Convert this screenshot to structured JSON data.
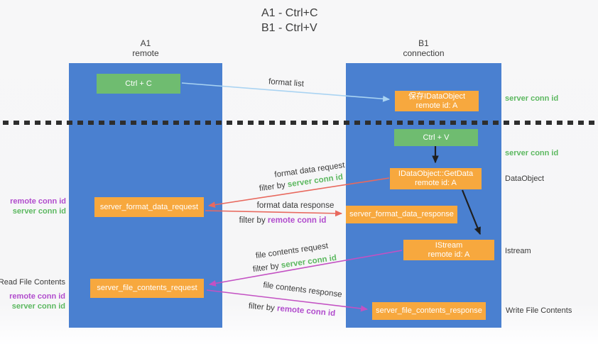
{
  "title": {
    "line1": "A1 - Ctrl+C",
    "line2": "B1 - Ctrl+V"
  },
  "colors": {
    "column_blue": "#4a80d0",
    "green_box": "#6fbc70",
    "orange_box": "#f7a83e",
    "green_text": "#5cb860",
    "purple_text": "#b14ccd",
    "red_arrow": "#e8695e",
    "magenta_arrow": "#c351c3",
    "light_blue_arrow": "#a9d3f2",
    "black_arrow": "#1f1f1f",
    "dark_text": "#3a3a3a"
  },
  "columns": {
    "a1": {
      "name": "A1",
      "subtitle": "remote"
    },
    "b1": {
      "name": "B1",
      "subtitle": "connection"
    }
  },
  "boxes": {
    "ctrl_c": {
      "label": "Ctrl + C"
    },
    "save_idataobject": {
      "line1": "保存IDataObject",
      "line2": "remote id: A"
    },
    "ctrl_v": {
      "label": "Ctrl + V"
    },
    "getdata": {
      "line1": "IDataObject::GetData",
      "line2": "remote id: A"
    },
    "format_request": {
      "label": "server_format_data_request"
    },
    "format_response": {
      "label": "server_format_data_response"
    },
    "istream": {
      "line1": "IStream",
      "line2": "remote id: A"
    },
    "file_request": {
      "label": "server_file_contents_request"
    },
    "file_response": {
      "label": "server_file_contents_response"
    }
  },
  "flow_labels": {
    "format_list": "format list",
    "format_data_request": "format data request",
    "filter_by_1": "filter by",
    "server_conn_id_1": "server conn id",
    "format_data_response": "format data response",
    "filter_by_2": "filter by",
    "remote_conn_id_1": "remote conn id",
    "file_contents_request": "file contents request",
    "filter_by_3": "filter by",
    "server_conn_id_2": "server conn id",
    "file_contents_response": "file contents response",
    "filter_by_4": "filter by",
    "remote_conn_id_2": "remote conn id"
  },
  "right_labels": {
    "server_conn_top": "server conn id",
    "server_conn_mid": "server conn id",
    "dataobject": "DataObject",
    "istream": "Istream",
    "write_file_contents": "Write File Contents"
  },
  "left_labels": {
    "remote_conn_1": "remote conn id",
    "server_conn_1": "server conn id",
    "read_file_contents": "Read File Contents",
    "remote_conn_2": "remote conn id",
    "server_conn_2": "server conn id"
  }
}
